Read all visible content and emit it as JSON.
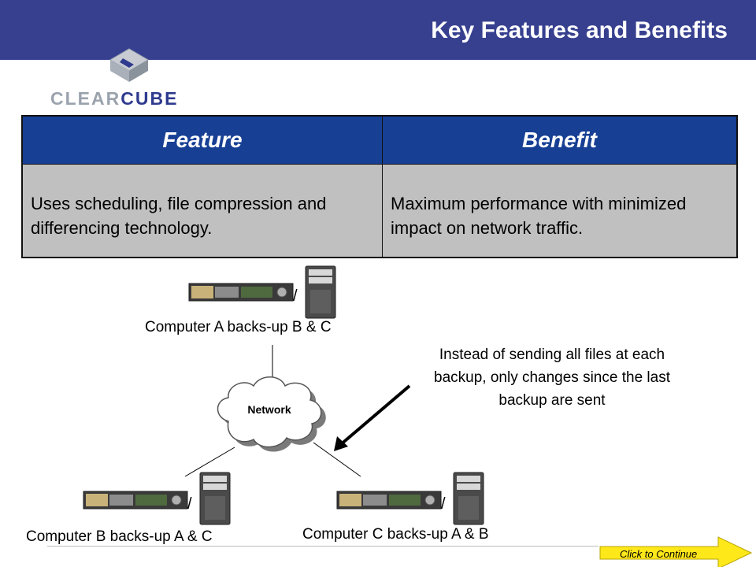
{
  "slide": {
    "title": "Key Features and Benefits"
  },
  "logo": {
    "text_clear": "CLEAR",
    "text_cube": "CUBE"
  },
  "table": {
    "headers": [
      "Feature",
      "Benefit"
    ],
    "rows": [
      [
        "Uses scheduling, file compression and differencing technology.",
        "Maximum performance with minimized impact on network traffic."
      ]
    ]
  },
  "diagram": {
    "network_label": "Network",
    "computer_a_label": "Computer A backs-up B & C",
    "computer_b_label": "Computer B backs-up A & C",
    "computer_c_label": "Computer C backs-up A & B",
    "slash": "/",
    "callout": "Instead of sending all files at each backup, only changes since the last backup are sent"
  },
  "navigation": {
    "continue_label": "Click to Continue"
  },
  "colors": {
    "title_bar": "#37408f",
    "table_header": "#173f94",
    "table_body": "#c0c0c0",
    "continue_arrow": "#ffe81a"
  }
}
